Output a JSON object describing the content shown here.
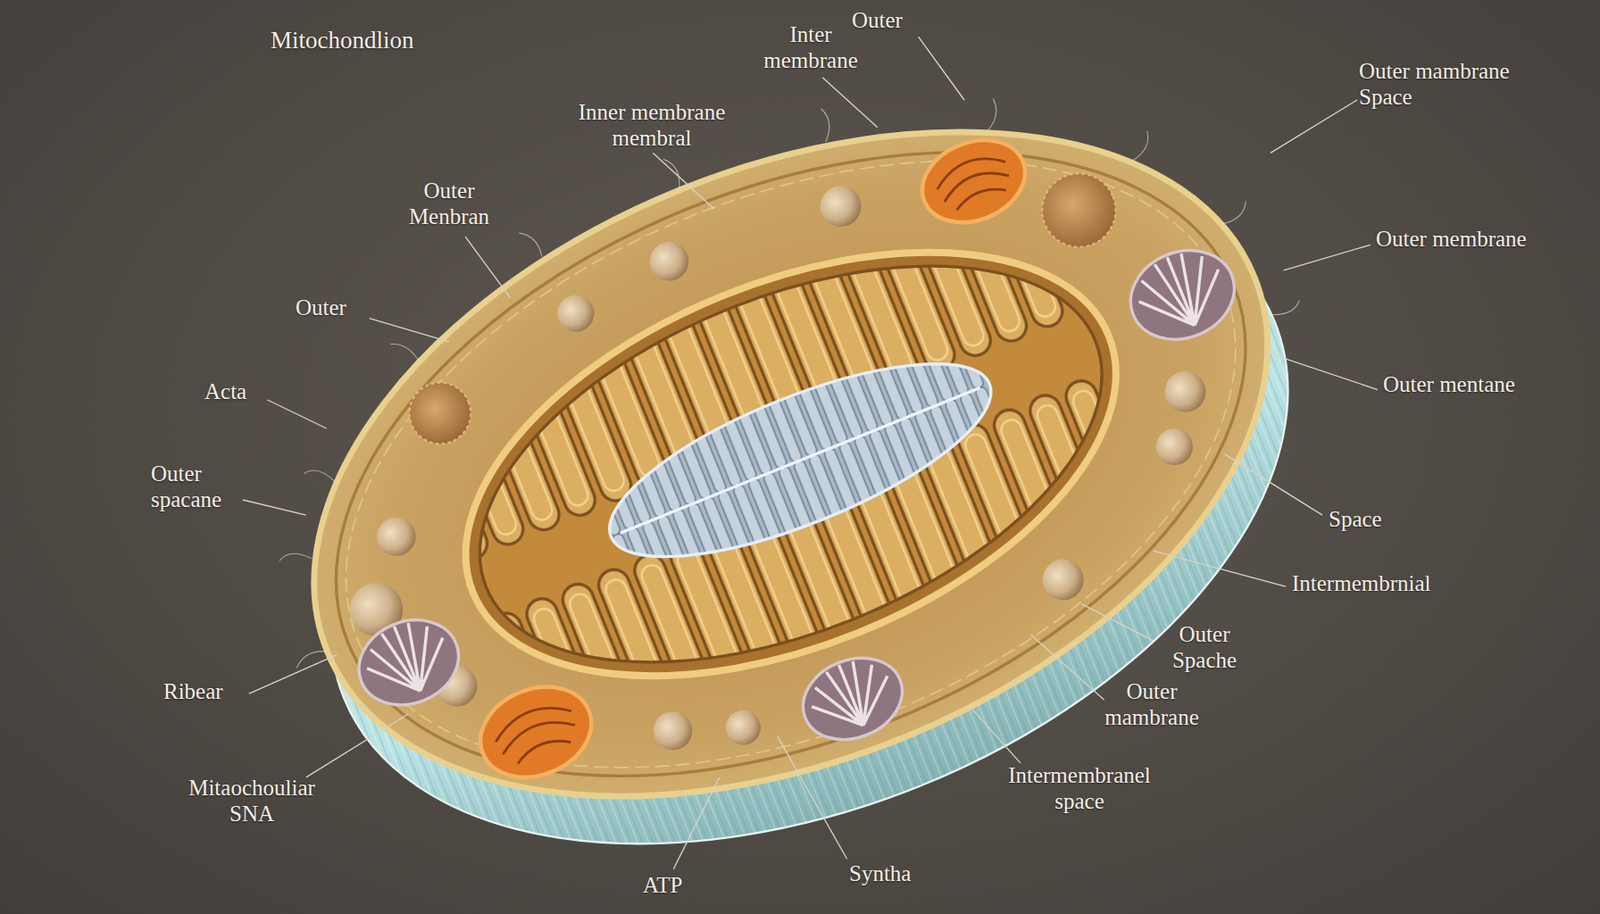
{
  "diagram": {
    "title": "Mitochondlion",
    "labels": [
      "Inter membrane",
      "Outer",
      "Outer mambrane Space",
      "Inner membrane membral",
      "Outer Menbran",
      "Outer membrane",
      "Outer",
      "Acta",
      "Outer mentane",
      "Outer spacane",
      "Space",
      "Intermembrnial",
      "Outer Spache",
      "Outer mambrane",
      "Ribear",
      "Mitaochouliar SNA",
      "Intermembranel space",
      "ATP",
      "Syntha"
    ]
  }
}
